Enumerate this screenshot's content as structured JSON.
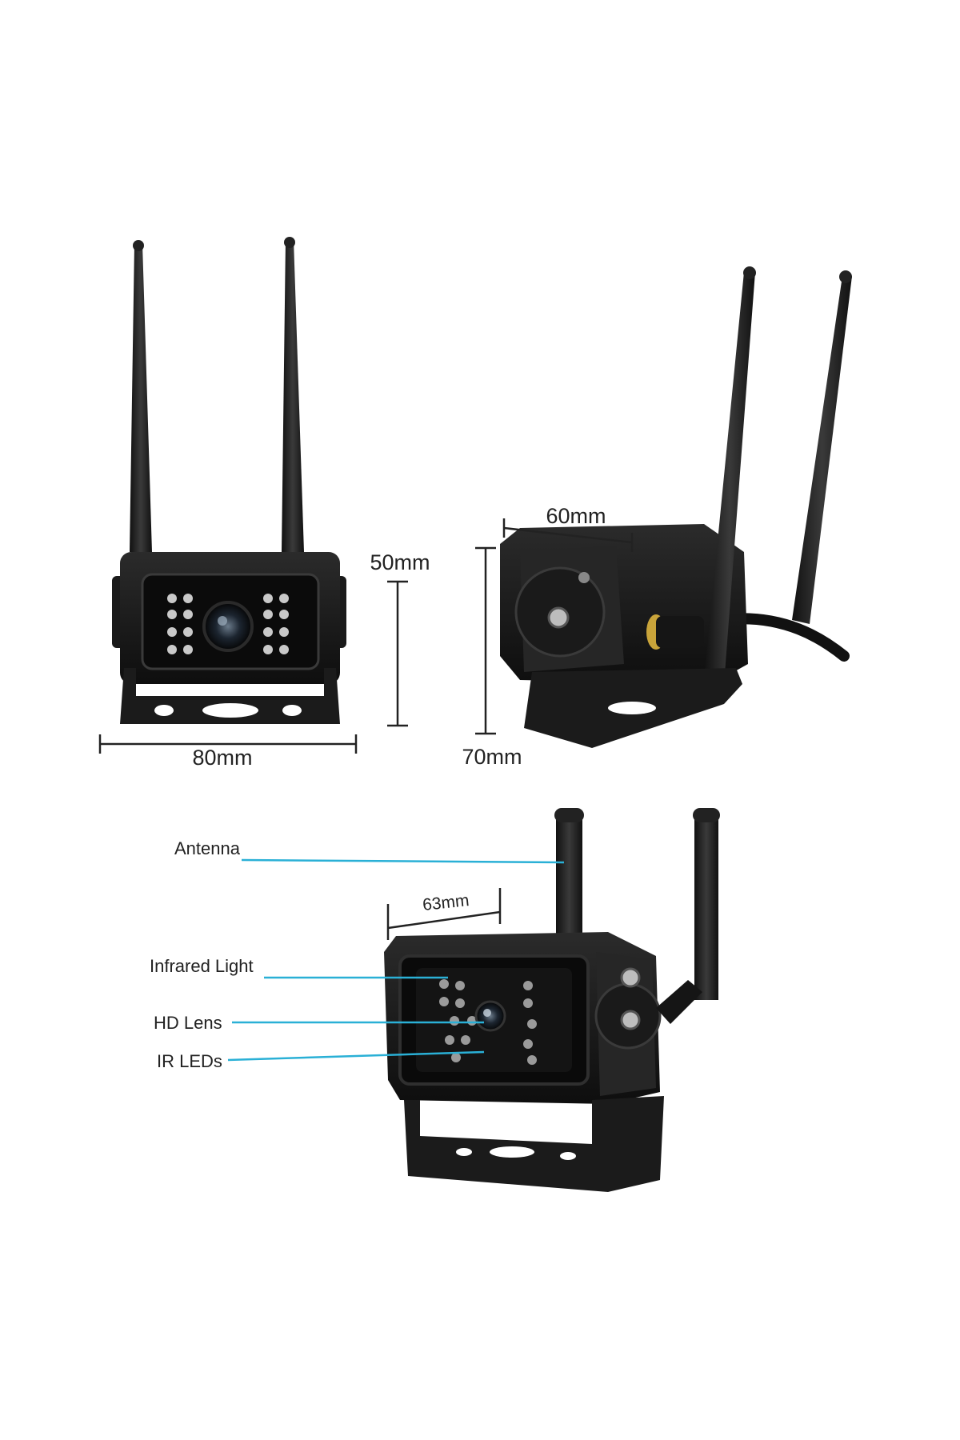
{
  "dimensions": {
    "front_width": "80mm",
    "front_height": "50mm",
    "side_depth": "60mm",
    "side_height": "70mm",
    "bottom_width": "63mm"
  },
  "callouts": {
    "antenna": "Antenna",
    "infrared_light": "Infrared Light",
    "hd_lens": "HD Lens",
    "ir_leds": "IR LEDs"
  },
  "colors": {
    "camera_body": "#1a1a1a",
    "camera_highlight": "#3a3a3a",
    "dimension_line": "#222222",
    "callout_line": "#2ab0d6",
    "background": "#ffffff"
  }
}
